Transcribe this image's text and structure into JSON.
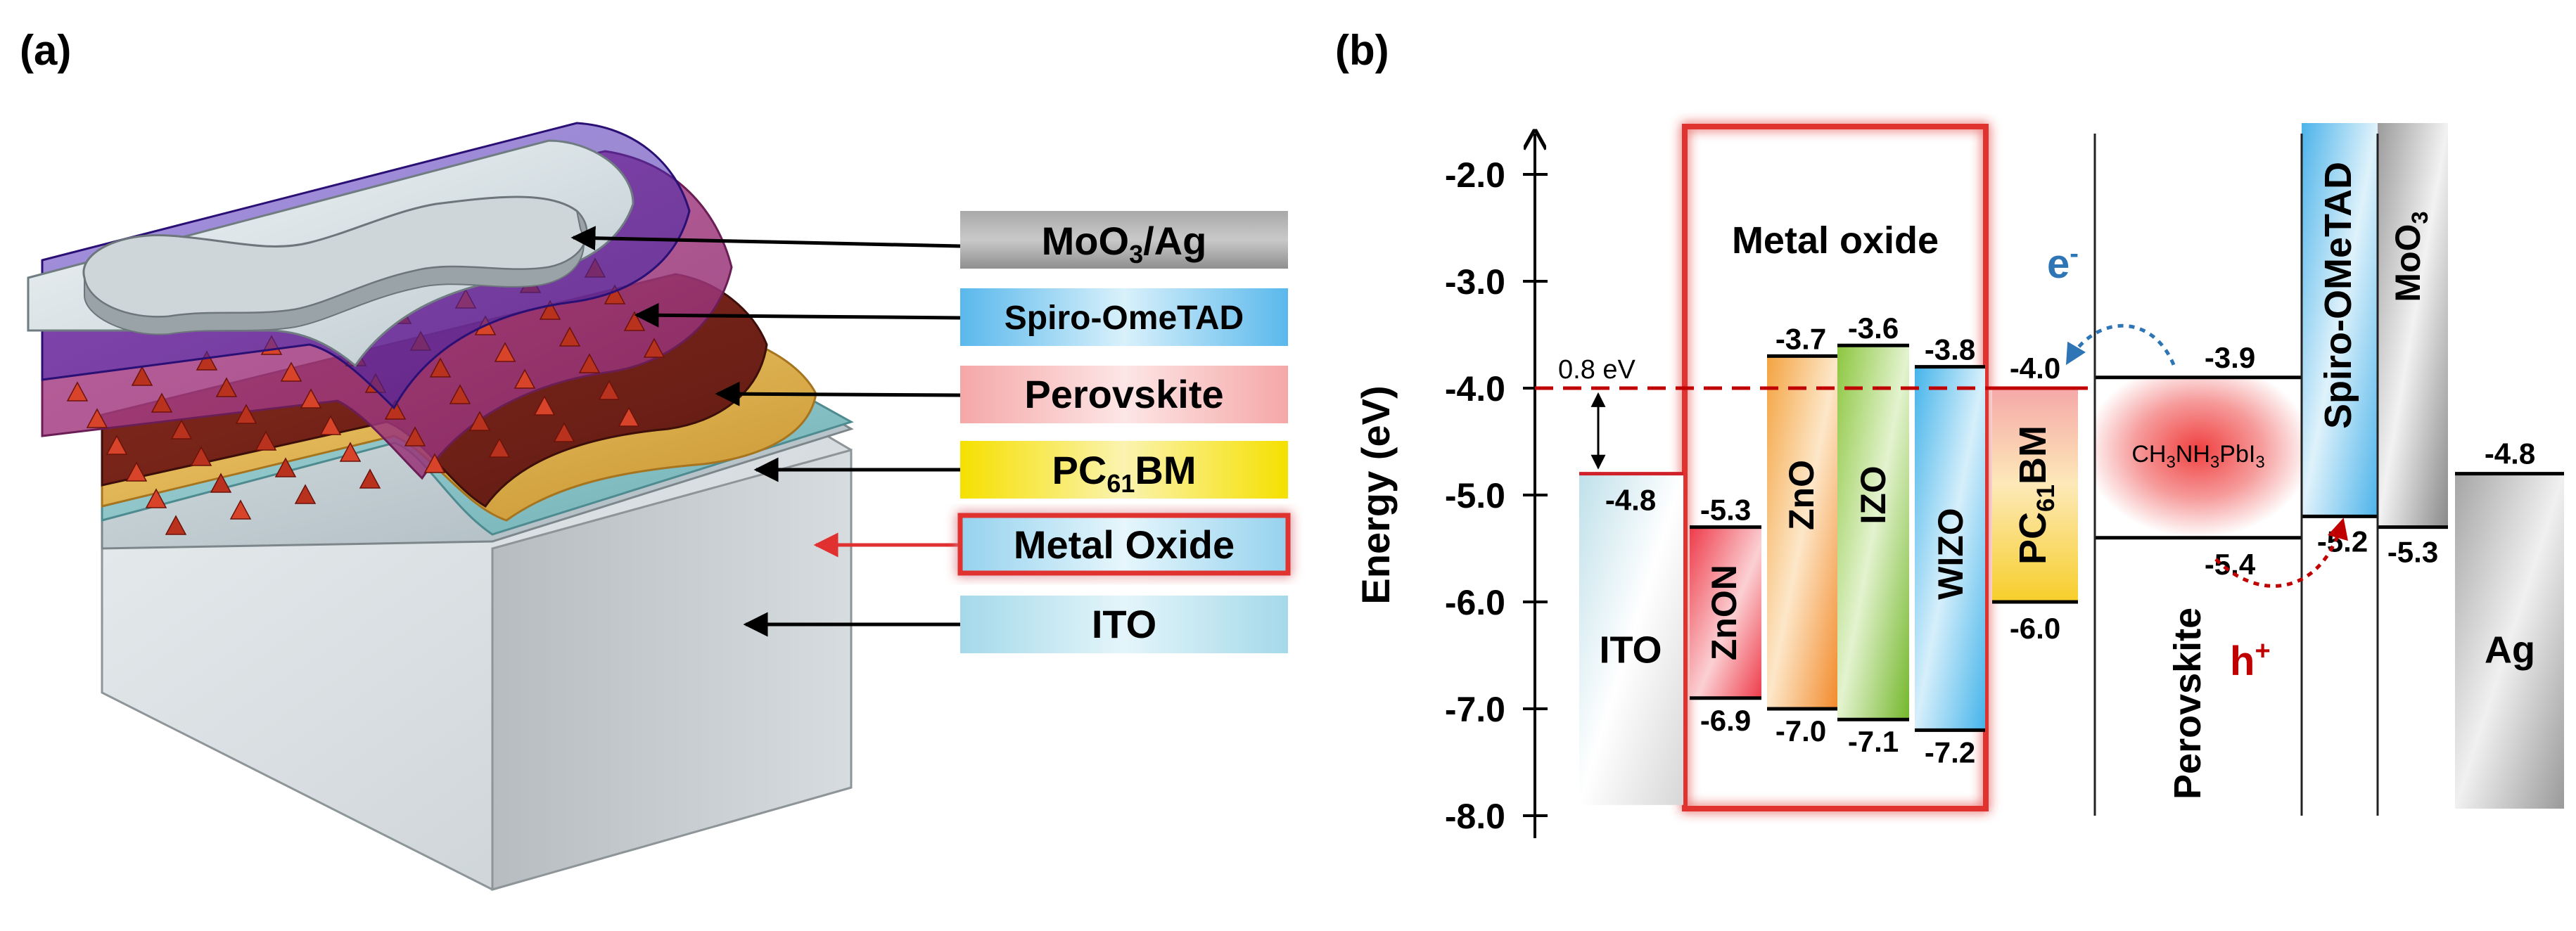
{
  "panel_a": {
    "label": "(a)",
    "layers": [
      {
        "name": "MoO3/Ag",
        "main": "MoO",
        "sub": "3",
        "tail": "/Ag"
      },
      {
        "name": "Spiro-OmeTAD",
        "main": "Spiro-OmeTAD",
        "sub": "",
        "tail": ""
      },
      {
        "name": "Perovskite",
        "main": "Perovskite",
        "sub": "",
        "tail": ""
      },
      {
        "name": "PC61BM",
        "main": "PC",
        "sub": "61",
        "tail": "BM"
      },
      {
        "name": "Metal Oxide",
        "main": "Metal Oxide",
        "sub": "",
        "tail": ""
      },
      {
        "name": "ITO",
        "main": "ITO",
        "sub": "",
        "tail": ""
      }
    ]
  },
  "panel_b": {
    "label": "(b)",
    "ylabel": "Energy (eV)",
    "ylim": [
      -8.0,
      -1.6
    ],
    "yticks": [
      "-2.0",
      "-3.0",
      "-4.0",
      "-5.0",
      "-6.0",
      "-7.0",
      "-8.0"
    ],
    "metal_oxide_title": "Metal oxide",
    "offset_label": "0.8 eV",
    "electron_label": "e",
    "electron_sup": "-",
    "hole_label": "h",
    "hole_sup": "+",
    "perovskite_vertical": "Perovskite",
    "ch3nh3pbi3": {
      "p1": "CH",
      "s1": "3",
      "p2": "NH",
      "s2": "3",
      "p3": "PbI",
      "s3": "3"
    },
    "materials": {
      "ito": {
        "label": "ITO",
        "lumo_label": "-4.8"
      },
      "znon": {
        "label": "ZnON",
        "lumo_label": "-5.3",
        "homo_label": "-6.9"
      },
      "zno": {
        "label": "ZnO",
        "lumo_label": "-3.7",
        "homo_label": "-7.0"
      },
      "izo": {
        "label": "IZO",
        "lumo_label": "-3.6",
        "homo_label": "-7.1"
      },
      "wizo": {
        "label": "WIZO",
        "lumo_label": "-3.8",
        "homo_label": "-7.2"
      },
      "pcbm": {
        "label_main": "PC",
        "label_sub": "61",
        "label_tail": "BM",
        "lumo_label": "-4.0",
        "homo_label": "-6.0"
      },
      "perovskite": {
        "lumo_label": "-3.9",
        "homo_label": "-5.4"
      },
      "spiro": {
        "label": "Spiro-OMeTAD",
        "homo_label": "-5.2"
      },
      "moo3": {
        "label_main": "MoO",
        "label_sub": "3",
        "level_label": "-5.3"
      },
      "ag": {
        "label": "Ag",
        "level_label": "-4.8"
      }
    }
  },
  "chart_data": {
    "type": "bar",
    "title": "",
    "ylabel": "Energy (eV)",
    "ylim": [
      -8.0,
      -1.6
    ],
    "categories": [
      "ITO",
      "ZnON",
      "ZnO",
      "IZO",
      "WIZO",
      "PC61BM",
      "Perovskite",
      "Spiro-OMeTAD",
      "MoO3",
      "Ag"
    ],
    "series": [
      {
        "name": "",
        "values": [
          -4.8,
          -5.3,
          -3.7,
          -3.6,
          -3.8,
          -4.0,
          -3.9,
          null,
          null,
          -4.8
        ]
      },
      {
        "name": "",
        "values": [
          null,
          -6.9,
          -7.0,
          -7.1,
          -7.2,
          -6.0,
          -5.4,
          -5.2,
          -5.3,
          null
        ]
      }
    ],
    "grid": false,
    "legend": "none"
  },
  "colors": {
    "highlight_red": "#e0302f",
    "arrow_blue": "#2e75b6",
    "arrow_red": "#c00000",
    "label_moo3": "#9e9e9e",
    "label_spiro": "#55b8ea",
    "label_perovskite": "#f6a3a3",
    "label_pcbm": "#f7e21a",
    "label_metal_oxide": "#9fd6ef",
    "label_ito": "#a9dcec"
  }
}
